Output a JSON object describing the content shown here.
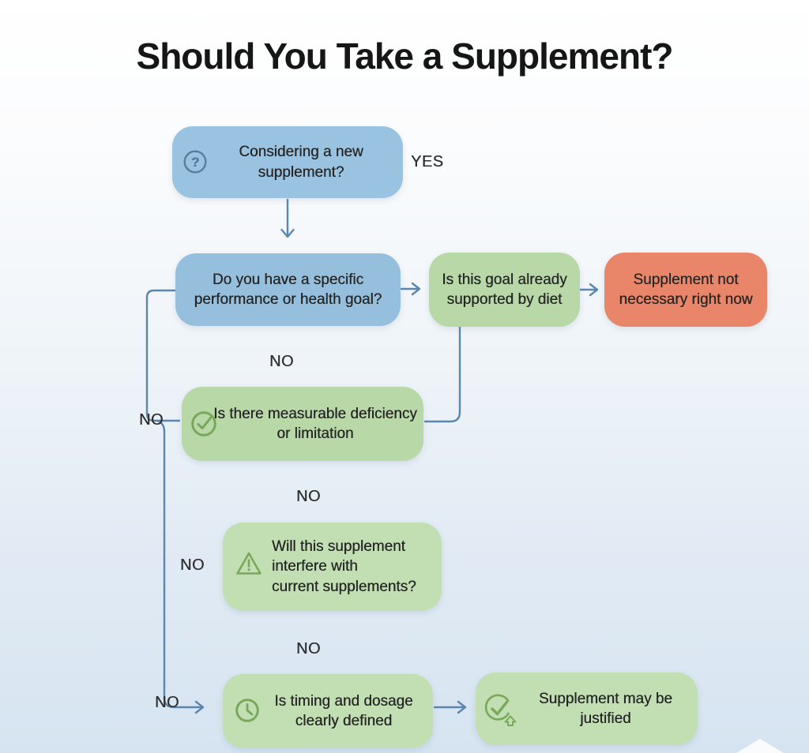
{
  "title": "Should You Take a Supplement?",
  "nodes": {
    "q1": {
      "text": "Considering a new\nsupplement?",
      "icon": "question-icon"
    },
    "q2": {
      "text": "Do you have a specific\nperformance or health goal?"
    },
    "q3": {
      "text": "Is this goal already\nsupported by diet"
    },
    "end_not": {
      "text": "Supplement not\nnecessary right now"
    },
    "q4": {
      "text": "Is there measurable deficiency\nor limitation",
      "icon": "check-circle-icon"
    },
    "q5": {
      "text": "Will this supplement\ninterfere with\ncurrent supplements?",
      "icon": "warning-icon"
    },
    "q6": {
      "text": "Is timing and dosage\nclearly defined",
      "icon": "clock-icon"
    },
    "end_ok": {
      "text": "Supplement may be\njustified",
      "icon": "check-badge-icon"
    }
  },
  "labels": {
    "yes": "YES",
    "no": "NO"
  },
  "colors": {
    "blue": "#9ac3e1",
    "blue2": "#95bfdd",
    "green": "#b8d8a7",
    "green2": "#c2dfb3",
    "salmon": "#e98568",
    "line": "#5b86ad",
    "icon-blue": "#567f9d",
    "icon-green": "#79a85a",
    "text": "#262626"
  }
}
